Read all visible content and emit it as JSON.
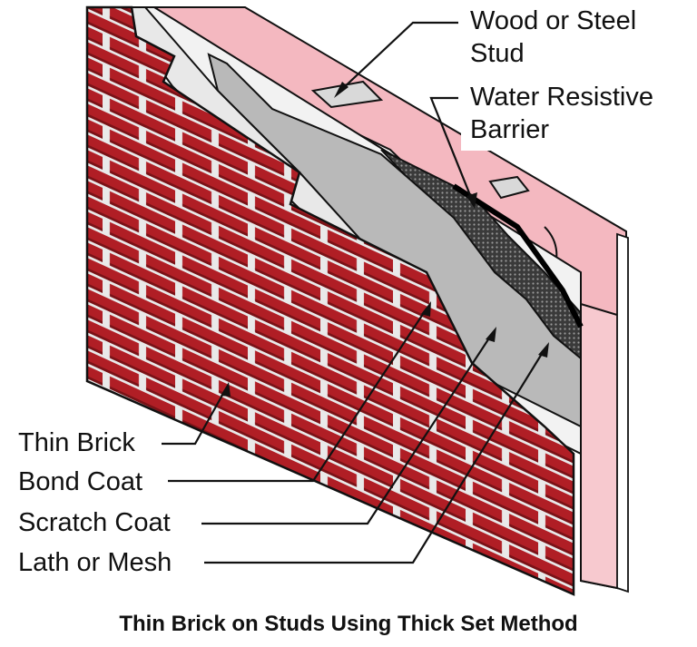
{
  "labels": {
    "stud_line1": "Wood or Steel",
    "stud_line2": "Stud",
    "wrb_line1": "Water Resistive",
    "wrb_line2": "Barrier",
    "thin_brick": "Thin Brick",
    "bond_coat": "Bond Coat",
    "scratch_coat": "Scratch Coat",
    "lath_mesh": "Lath or Mesh"
  },
  "caption": "Thin Brick on Studs Using Thick Set Method",
  "colors": {
    "brick": "#b01e25",
    "brick_dark": "#7a1217",
    "mortar": "#e9e9e9",
    "scratch_coat": "#b9b9b9",
    "bond_coat": "#e8e8e8",
    "sheathing": "#f4b8c0",
    "mesh": "#2a2a2a",
    "outline": "#111111"
  },
  "icons": [
    "leader-arrow"
  ]
}
